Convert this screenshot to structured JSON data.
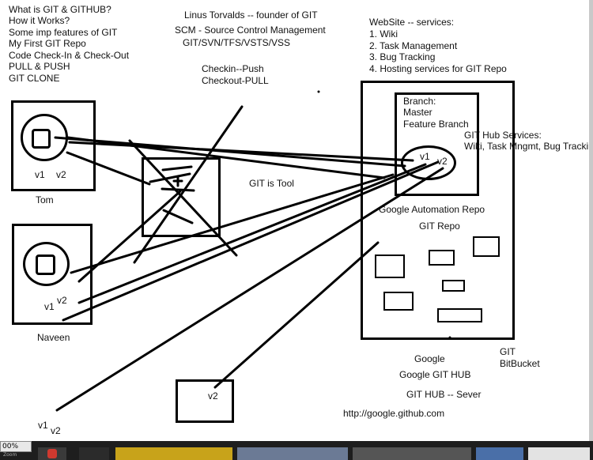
{
  "agenda": [
    "What is GIT & GITHUB?",
    "How it Works?",
    "Some imp features of GIT",
    "My First GIT Repo",
    "Code Check-In & Check-Out",
    "PULL & PUSH",
    "GIT CLONE"
  ],
  "center_notes": {
    "linus": "Linus Torvalds -- founder of GIT",
    "scm": "SCM - Source Control Management",
    "scm_list": "GIT/SVN/TFS/VSTS/VSS",
    "checkin": "Checkin--Push",
    "checkout": "Checkout-PULL",
    "git_tool": "GIT is Tool"
  },
  "website": {
    "title": "WebSite -- services:",
    "items": [
      "1. Wiki",
      "2. Task Management",
      "3. Bug Tracking",
      "4. Hosting services for GIT Repo"
    ]
  },
  "branch": {
    "title": "Branch:",
    "master": "Master",
    "feature": "Feature Branch"
  },
  "github_services": {
    "title": "GIT Hub Services:",
    "list": "Wiki, Task Mngmt, Bug Tracking"
  },
  "repo": {
    "v1": "v1",
    "v2": "v2",
    "automation": "Google Automation Repo",
    "git_repo": "GIT Repo"
  },
  "tom": {
    "name": "Tom",
    "v1": "v1",
    "v2": "v2"
  },
  "naveen": {
    "name": "Naveen",
    "v1": "v1",
    "v2": "v2"
  },
  "bottom_box": {
    "v2": "v2"
  },
  "bottom_left": {
    "v1": "v1",
    "v2": "v2"
  },
  "google": {
    "google": "Google",
    "google_github": "Google GIT HUB",
    "server": "GIT HUB -- Sever",
    "url": "http://google.github.com"
  },
  "other": {
    "git": "GIT",
    "bitbucket": "BitBucket"
  },
  "taskbar": {
    "zoom": "00%",
    "sub": "Zoom"
  }
}
